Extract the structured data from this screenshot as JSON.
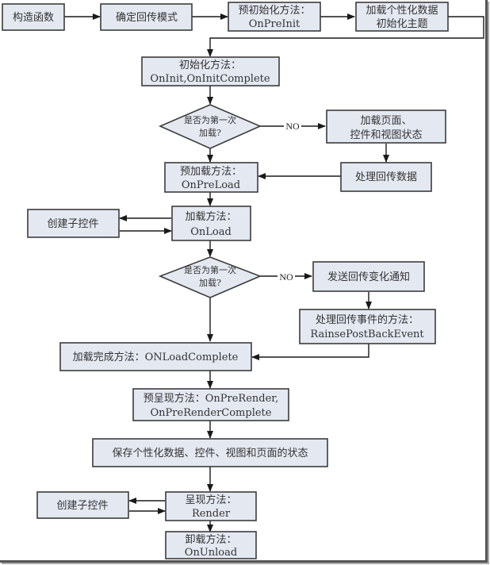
{
  "diagram": {
    "title": "ASP.NET Page Life Cycle Flowchart",
    "nodes": {
      "constructor": [
        "构造函数"
      ],
      "determine_postback": [
        "确定回传模式"
      ],
      "preinit": [
        "预初始化方法：",
        "OnPreInit"
      ],
      "load_personalization": [
        "加载个性化数据",
        "初始化主题"
      ],
      "init": [
        "初始化方法：",
        "OnInit,OnInitComplete"
      ],
      "decision1": [
        "是否为第一次",
        "加载?"
      ],
      "load_state": [
        "加载页面、",
        "控件和视图状态"
      ],
      "process_postback": [
        "处理回传数据"
      ],
      "preload": [
        "预加载方法：",
        "OnPreLoad"
      ],
      "create_children1": [
        "创建子控件"
      ],
      "load": [
        "加载方法：",
        "OnLoad"
      ],
      "decision2": [
        "是否为第一次",
        "加载?"
      ],
      "send_change": [
        "发送回传变化通知"
      ],
      "raise_event": [
        "处理回传事件的方法：",
        "RainsePostBackEvent"
      ],
      "load_complete": [
        "加载完成方法：ONLoadComplete"
      ],
      "prerender": [
        "预呈现方法：OnPreRender,",
        "OnPreRenderComplete"
      ],
      "save_state": [
        "保存个性化数据、控件、视图和页面的状态"
      ],
      "render": [
        "呈现方法：",
        "Render"
      ],
      "create_children2": [
        "创建子控件"
      ],
      "unload": [
        "卸载方法：",
        "OnUnload"
      ]
    },
    "edge_labels": {
      "no1": "NO",
      "no2": "NO"
    },
    "colors": {
      "box_fill": "#e4e8f1",
      "box_stroke": "#3c3c3c",
      "line": "#1a1a1a"
    }
  }
}
